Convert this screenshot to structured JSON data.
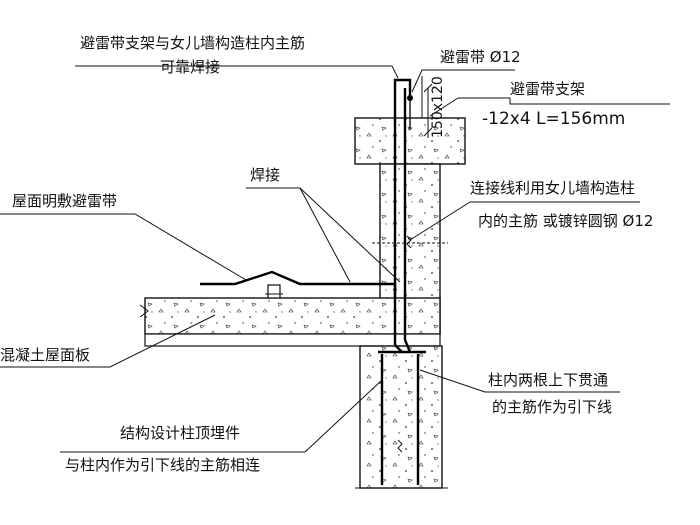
{
  "labels": {
    "top_note_line1": "避雷带支架与女儿墙构造柱内主筋",
    "top_note_line2": "可靠焊接",
    "lightning_strip": "避雷带   Ø12",
    "support_title": "避雷带支架",
    "support_spec": "-12x4   L=156mm",
    "dim_value": "150x120",
    "weld": "焊接",
    "roof_strip": "屋面明敷避雷带",
    "conn_line1": "连接线利用女儿墙构造柱",
    "conn_line2": "内的主筋   或镀锌圆钢    Ø12",
    "slab": "混凝土屋面板",
    "col_line1": "柱内两根上下贯通",
    "col_line2": "的主筋作为引下线",
    "embed_line1": "结构设计柱顶埋件",
    "embed_line2": "与柱内作为引下线的主筋相连"
  },
  "colors": {
    "line": "#111111",
    "background": "#ffffff"
  }
}
